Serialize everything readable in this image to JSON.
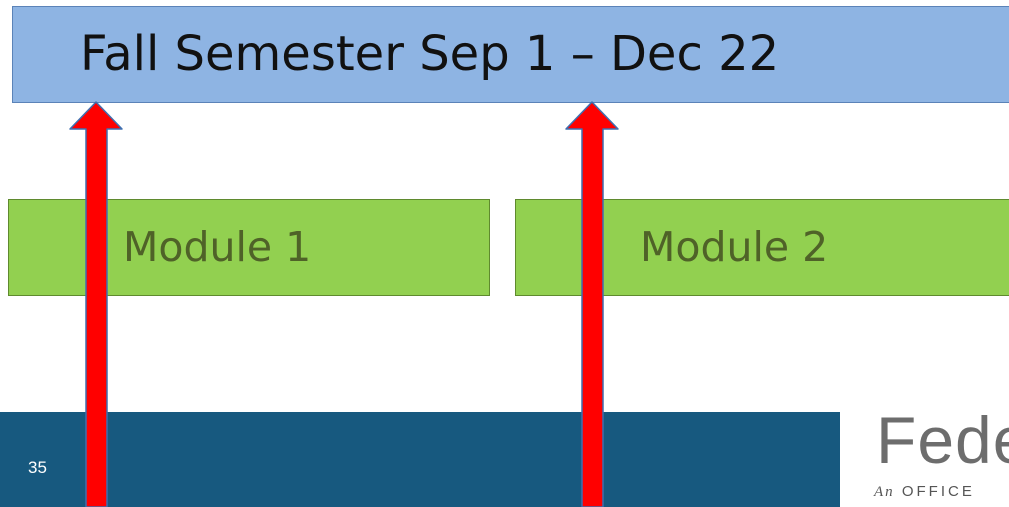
{
  "semester": {
    "title": "Fall Semester  Sep 1 – Dec 22"
  },
  "modules": [
    {
      "label": "Module 1"
    },
    {
      "label": "Module 2"
    }
  ],
  "footer": {
    "page_number": "35",
    "logo_text": "Fede",
    "logo_tagline_prefix": "An",
    "logo_tagline": "OFFICE"
  },
  "colors": {
    "semester_bar": "#8eb4e3",
    "module_box": "#92d050",
    "module_text": "#4f6228",
    "arrow": "#ff0000",
    "arrow_outline": "#3f6fb0",
    "footer_band": "#17597f"
  }
}
